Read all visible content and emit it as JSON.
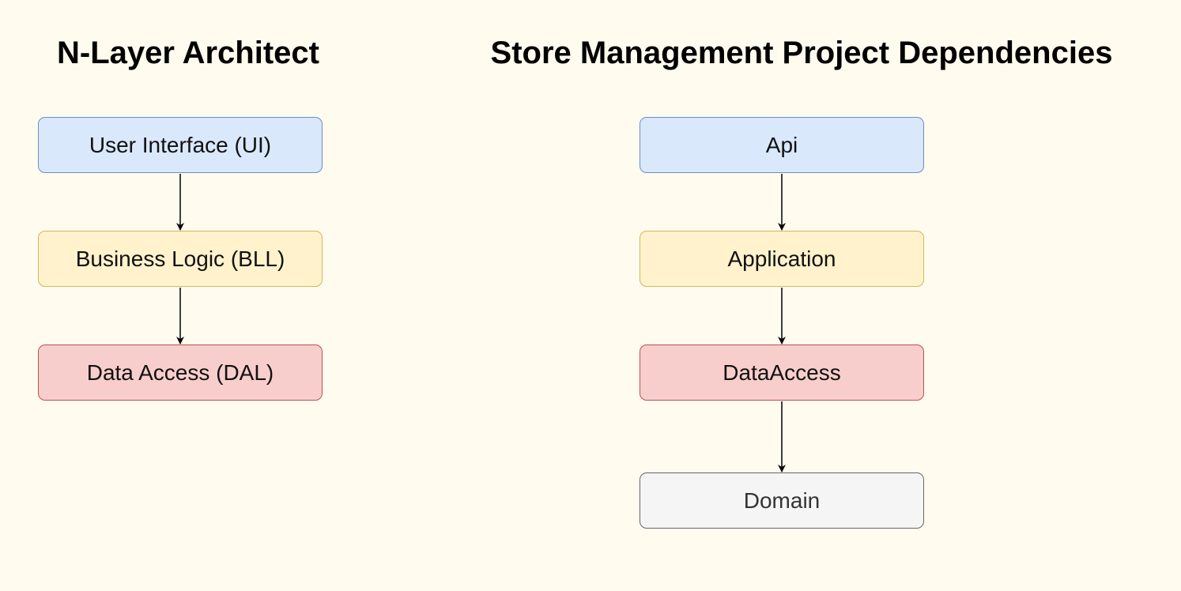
{
  "left_diagram": {
    "title": "N-Layer Architect",
    "nodes": [
      {
        "id": "ui",
        "label": "User Interface (UI)"
      },
      {
        "id": "bll",
        "label": "Business Logic (BLL)"
      },
      {
        "id": "dal",
        "label": "Data Access (DAL)"
      }
    ],
    "edges": [
      {
        "from": "ui",
        "to": "bll"
      },
      {
        "from": "bll",
        "to": "dal"
      }
    ]
  },
  "right_diagram": {
    "title": "Store Management Project Dependencies",
    "nodes": [
      {
        "id": "api",
        "label": "Api"
      },
      {
        "id": "application",
        "label": "Application"
      },
      {
        "id": "dataaccess",
        "label": "DataAccess"
      },
      {
        "id": "domain",
        "label": "Domain"
      }
    ],
    "edges": [
      {
        "from": "api",
        "to": "application"
      },
      {
        "from": "application",
        "to": "dataaccess"
      },
      {
        "from": "dataaccess",
        "to": "domain"
      }
    ]
  },
  "colors": {
    "background": "#fffbef",
    "blue_fill": "#dae8fc",
    "blue_stroke": "#6c8ebf",
    "yellow_fill": "#fff2cc",
    "yellow_stroke": "#d6b656",
    "red_fill": "#f8cecc",
    "red_stroke": "#b85450",
    "gray_fill": "#f5f5f5",
    "gray_stroke": "#666666",
    "arrow": "#000000"
  }
}
